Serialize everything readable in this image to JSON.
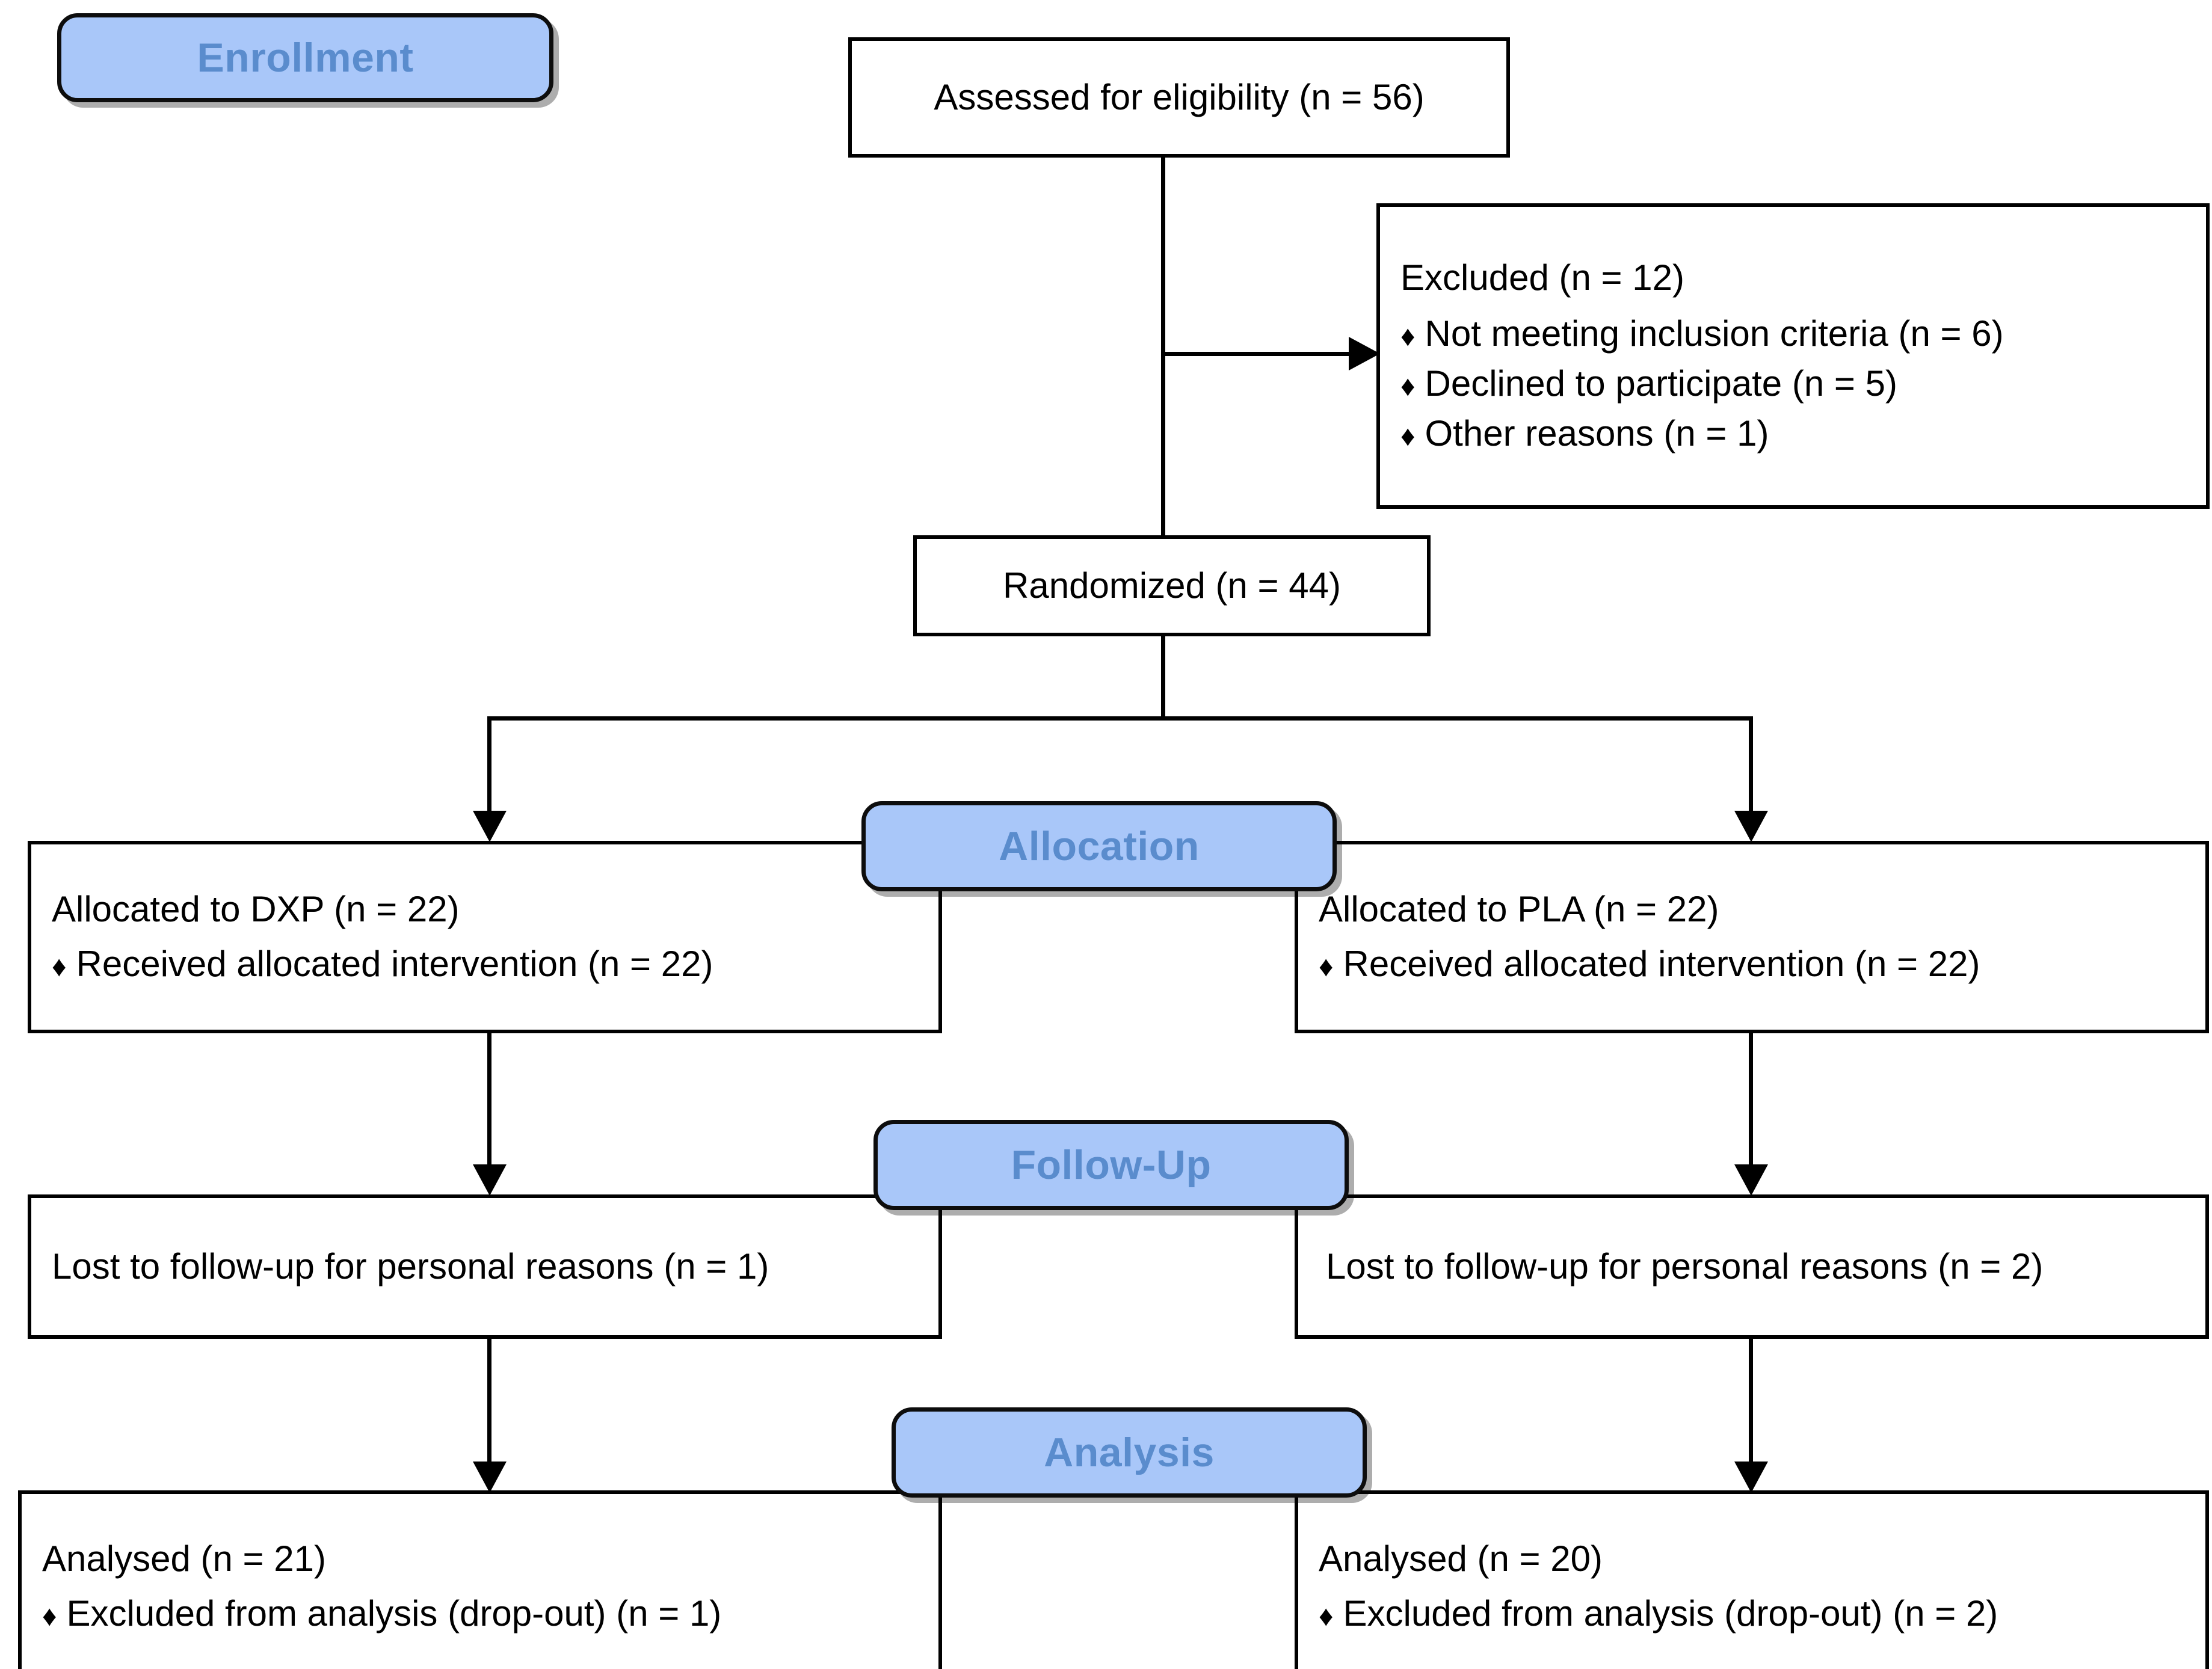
{
  "diagram": {
    "type": "consort-flow-diagram",
    "title": "CONSORT participant flow",
    "accent_color": "#a9c7f9",
    "badge_text_color": "#5a8ccd",
    "line_color": "#000000",
    "bullet_glyph": "♦"
  },
  "stages": {
    "enrollment": "Enrollment",
    "allocation": "Allocation",
    "follow_up": "Follow-Up",
    "analysis": "Analysis"
  },
  "nodes": {
    "assessed": {
      "text": "Assessed for eligibility (n = 56)"
    },
    "excluded": {
      "heading": "Excluded  (n = 12)",
      "reasons": [
        "Not meeting inclusion criteria (n = 6)",
        "Declined to participate (n = 5)",
        "Other reasons (n = 1)"
      ]
    },
    "randomized": {
      "text": "Randomized (n = 44)"
    },
    "allocated_left": {
      "heading": "Allocated to DXP (n = 22)",
      "bullet": "Received allocated intervention (n = 22)"
    },
    "allocated_right": {
      "heading": "Allocated to PLA (n = 22)",
      "bullet": "Received allocated intervention (n = 22)"
    },
    "followup_left": {
      "text": "Lost to follow-up for personal reasons (n = 1)"
    },
    "followup_right": {
      "text": "Lost to follow-up for personal reasons (n = 2)"
    },
    "analysis_left": {
      "heading": "Analysed (n = 21)",
      "bullet": "Excluded from analysis (drop-out) (n = 1)"
    },
    "analysis_right": {
      "heading": "Analysed (n = 20)",
      "bullet": "Excluded from analysis (drop-out) (n = 2)"
    }
  }
}
